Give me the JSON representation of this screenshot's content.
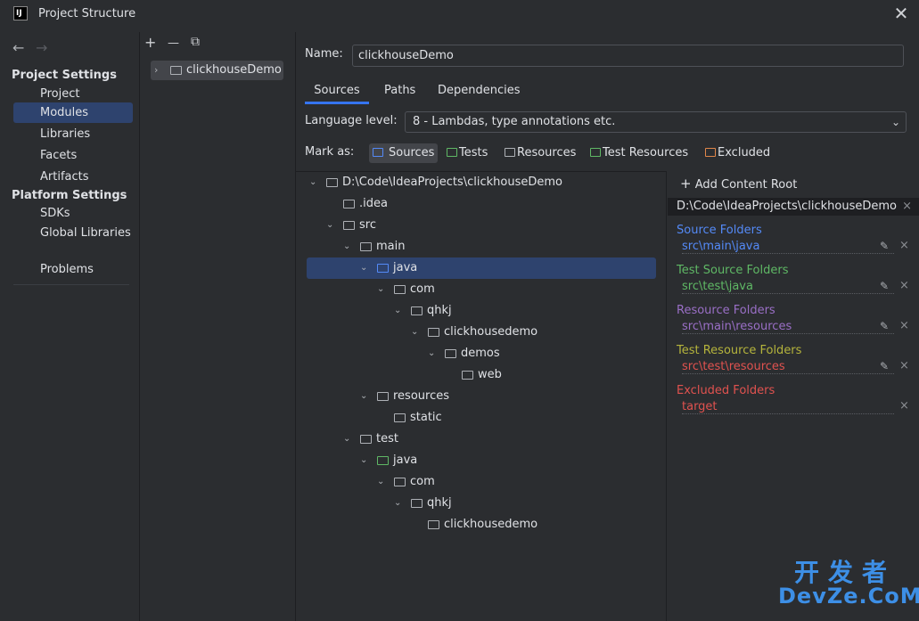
{
  "window": {
    "logo_text": "IJ",
    "title": "Project Structure"
  },
  "nav": {
    "project_settings": "Project Settings",
    "project_items": [
      "Project",
      "Modules",
      "Libraries",
      "Facets",
      "Artifacts"
    ],
    "selected": "Modules",
    "platform_settings": "Platform Settings",
    "platform_items": [
      "SDKs",
      "Global Libraries"
    ],
    "problems": "Problems"
  },
  "modules": {
    "add_glyph": "+",
    "remove_glyph": "—",
    "copy_glyph": "⧉",
    "items": [
      "clickhouseDemo"
    ]
  },
  "editor": {
    "name_label": "Name:",
    "name_value": "clickhouseDemo",
    "tabs": [
      "Sources",
      "Paths",
      "Dependencies"
    ],
    "active_tab": "Sources",
    "language_level_label": "Language level:",
    "language_level_value": "8 - Lambdas, type annotations etc.",
    "mark_as_label": "Mark as:",
    "mark_as": [
      "Sources",
      "Tests",
      "Resources",
      "Test Resources",
      "Excluded"
    ],
    "mark_as_colors": {
      "sources": "#548af7",
      "tests": "#5fb865",
      "resources": "#aeb1b6",
      "test_resources": "#5fb865",
      "excluded": "#e0864a"
    }
  },
  "tree": [
    {
      "label": "D:\\Code\\IdeaProjects\\clickhouseDemo",
      "depth": 0,
      "expanded": true,
      "kind": "root"
    },
    {
      "label": ".idea",
      "depth": 1,
      "expanded": null,
      "kind": "folder"
    },
    {
      "label": "src",
      "depth": 1,
      "expanded": true,
      "kind": "folder"
    },
    {
      "label": "main",
      "depth": 2,
      "expanded": true,
      "kind": "folder"
    },
    {
      "label": "java",
      "depth": 3,
      "expanded": true,
      "kind": "source",
      "selected": true
    },
    {
      "label": "com",
      "depth": 4,
      "expanded": true,
      "kind": "package"
    },
    {
      "label": "qhkj",
      "depth": 5,
      "expanded": true,
      "kind": "package"
    },
    {
      "label": "clickhousedemo",
      "depth": 6,
      "expanded": true,
      "kind": "package"
    },
    {
      "label": "demos",
      "depth": 7,
      "expanded": true,
      "kind": "package"
    },
    {
      "label": "web",
      "depth": 8,
      "expanded": null,
      "kind": "package"
    },
    {
      "label": "resources",
      "depth": 3,
      "expanded": true,
      "kind": "resources"
    },
    {
      "label": "static",
      "depth": 4,
      "expanded": null,
      "kind": "folder"
    },
    {
      "label": "test",
      "depth": 2,
      "expanded": true,
      "kind": "folder"
    },
    {
      "label": "java",
      "depth": 3,
      "expanded": true,
      "kind": "test"
    },
    {
      "label": "com",
      "depth": 4,
      "expanded": true,
      "kind": "package"
    },
    {
      "label": "qhkj",
      "depth": 5,
      "expanded": true,
      "kind": "package"
    },
    {
      "label": "clickhousedemo",
      "depth": 6,
      "expanded": null,
      "kind": "package"
    }
  ],
  "content_root": {
    "add_label": "Add Content Root",
    "path": "D:\\Code\\IdeaProjects\\clickhouseDemo",
    "groups": [
      {
        "title": "Source Folders",
        "color": "#548af7",
        "value": "src\\main\\java",
        "value_color": "#548af7"
      },
      {
        "title": "Test Source Folders",
        "color": "#5fb865",
        "value": "src\\test\\java",
        "value_color": "#5fb865"
      },
      {
        "title": "Resource Folders",
        "color": "#9a6fc6",
        "value": "src\\main\\resources",
        "value_color": "#9a6fc6"
      },
      {
        "title": "Test Resource Folders",
        "color": "#b5b43c",
        "value": "src\\test\\resources",
        "value_color": "#e0524f"
      },
      {
        "title": "Excluded Folders",
        "color": "#e0524f",
        "value": "target",
        "value_color": "#e0524f"
      }
    ]
  },
  "watermark": {
    "line1": "开发者",
    "line2": "DevZe.CoM"
  }
}
